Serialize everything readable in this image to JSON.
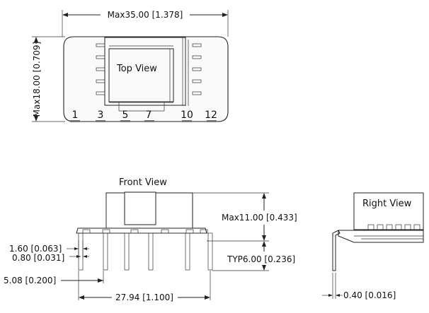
{
  "top_view": {
    "label": "Top View",
    "width_dim": "Max35.00 [1.378]",
    "height_dim": "Max18.00 [0.709]",
    "pins": [
      "1",
      "3",
      "5",
      "7",
      "10",
      "12"
    ]
  },
  "front_view": {
    "label": "Front View",
    "height_dim": "Max11.00 [0.433]",
    "pin_length_dim": "TYP6.00 [0.236]",
    "pin_width_dim": "1.60 [0.063]",
    "pin_thickness_dim": "0.80 [0.031]",
    "offset_dim": "5.08 [0.200]",
    "span_dim": "27.94 [1.100]"
  },
  "right_view": {
    "label": "Right View",
    "lead_dim": "0.40 [0.016]"
  }
}
